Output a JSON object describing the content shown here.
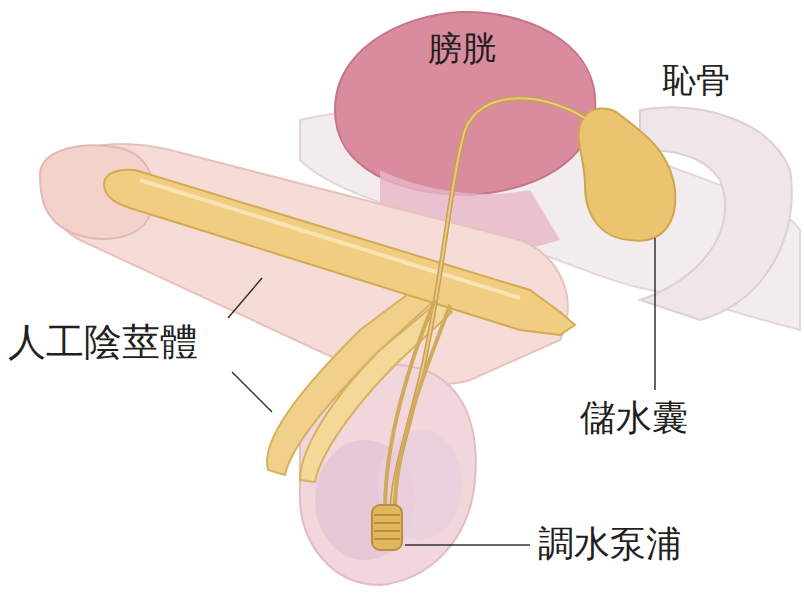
{
  "diagram": {
    "labels": [
      "膀胱",
      "恥骨",
      "人工陰莖體",
      "儲水囊",
      "調水泵浦"
    ]
  }
}
